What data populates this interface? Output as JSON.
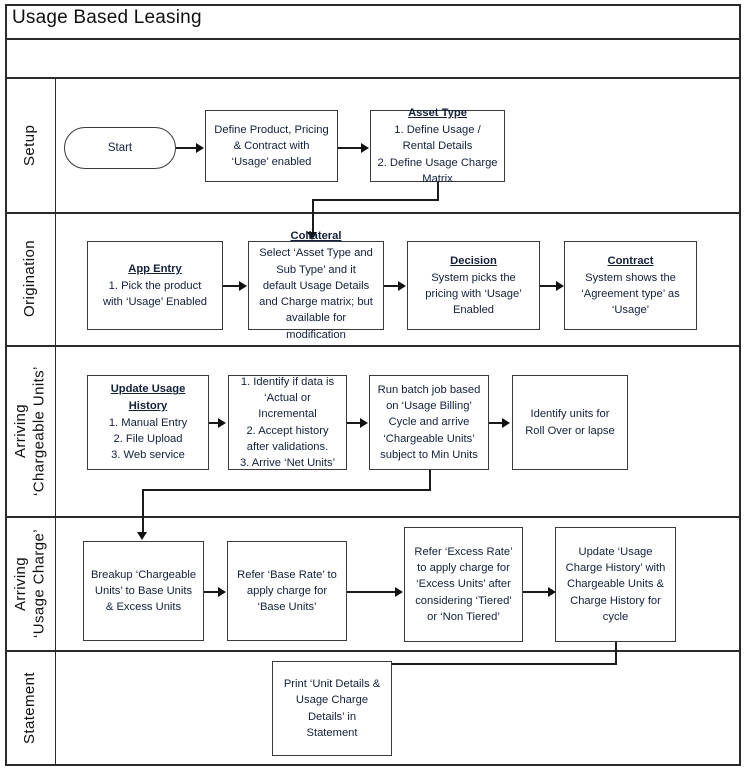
{
  "page": {
    "title": "Usage Based Leasing",
    "accent": "#13203a",
    "border_color": "#2b2b2b",
    "node_border": "#6f6f6f"
  },
  "lanes": [
    {
      "id": "setup",
      "label": "Setup"
    },
    {
      "id": "origination",
      "label": "Origination"
    },
    {
      "id": "chargeable-units",
      "label": "Arriving\n‘Chargeable Units’"
    },
    {
      "id": "usage-charge",
      "label": "Arriving\n‘Usage Charge’"
    },
    {
      "id": "statement",
      "label": "Statement"
    }
  ],
  "chart_data": {
    "type": "diagram",
    "title": "Usage Based Leasing",
    "diagram_kind": "swimlane-flowchart",
    "lanes": [
      "Setup",
      "Origination",
      "Arriving ‘Chargeable Units’",
      "Arriving ‘Usage Charge’",
      "Statement"
    ],
    "edges": [
      {
        "from": "start",
        "to": "define-product",
        "style": "arrow-right"
      },
      {
        "from": "define-product",
        "to": "asset-type",
        "style": "arrow-right"
      },
      {
        "from": "asset-type",
        "to": "collateral",
        "style": "elbow-down"
      },
      {
        "from": "app-entry",
        "to": "collateral",
        "style": "arrow-right"
      },
      {
        "from": "collateral",
        "to": "decision",
        "style": "arrow-right"
      },
      {
        "from": "decision",
        "to": "contract",
        "style": "arrow-right"
      },
      {
        "from": "update-usage-history",
        "to": "identify-data",
        "style": "arrow-right"
      },
      {
        "from": "identify-data",
        "to": "run-batch-job",
        "style": "arrow-right"
      },
      {
        "from": "run-batch-job",
        "to": "identify-rollover",
        "style": "arrow-right"
      },
      {
        "from": "run-batch-job",
        "to": "breakup-units",
        "style": "elbow-down"
      },
      {
        "from": "breakup-units",
        "to": "refer-base-rate",
        "style": "arrow-right"
      },
      {
        "from": "refer-base-rate",
        "to": "refer-excess-rate",
        "style": "arrow-right"
      },
      {
        "from": "refer-excess-rate",
        "to": "update-charge-history",
        "style": "arrow-right"
      },
      {
        "from": "update-charge-history",
        "to": "print-statement",
        "style": "elbow-down"
      }
    ]
  },
  "nodes": {
    "start": {
      "header": "",
      "body": "Start"
    },
    "define-product": {
      "header": "",
      "body": "Define Product, Pricing\n& Contract with\n‘Usage’ enabled"
    },
    "asset-type": {
      "header": "Asset Type",
      "body": "1. Define Usage /\nRental Details\n2. Define Usage Charge\nMatrix"
    },
    "app-entry": {
      "header": "App Entry",
      "body": "1. Pick the product\nwith ‘Usage’ Enabled"
    },
    "collateral": {
      "header": "Collateral",
      "body": "Select ‘Asset Type and\nSub Type’ and it\ndefault Usage Details\nand Charge matrix; but\navailable for\nmodification"
    },
    "decision": {
      "header": "Decision",
      "body": "System picks the\npricing with ‘Usage’\nEnabled"
    },
    "contract": {
      "header": "Contract",
      "body": "System shows the\n‘Agreement type’ as\n‘Usage’"
    },
    "update-usage-history": {
      "header": "Update Usage\nHistory",
      "body": "1. Manual Entry\n2. File Upload\n3. Web service"
    },
    "identify-data": {
      "header": "",
      "body": "1. Identify if data is\n‘Actual or\nIncremental\n2. Accept history\nafter validations.\n3. Arrive ‘Net Units’"
    },
    "run-batch-job": {
      "header": "",
      "body": "Run batch job based\non ‘Usage Billing’\nCycle and arrive\n‘Chargeable Units’\nsubject to Min Units"
    },
    "identify-rollover": {
      "header": "",
      "body": "Identify units for\nRoll Over or lapse"
    },
    "breakup-units": {
      "header": "",
      "body": "Breakup ‘Chargeable\nUnits’ to Base Units\n& Excess Units"
    },
    "refer-base-rate": {
      "header": "",
      "body": "Refer ‘Base Rate’ to\napply charge for\n‘Base Units’"
    },
    "refer-excess-rate": {
      "header": "",
      "body": "Refer ‘Excess Rate’\nto apply charge for\n‘Excess Units’ after\nconsidering ‘Tiered’\nor ‘Non Tiered’"
    },
    "update-charge-history": {
      "header": "",
      "body": "Update ‘Usage\nCharge History’ with\nChargeable Units &\nCharge History for\ncycle"
    },
    "print-statement": {
      "header": "",
      "body": "Print ‘Unit Details &\nUsage Charge\nDetails’ in\nStatement"
    }
  }
}
